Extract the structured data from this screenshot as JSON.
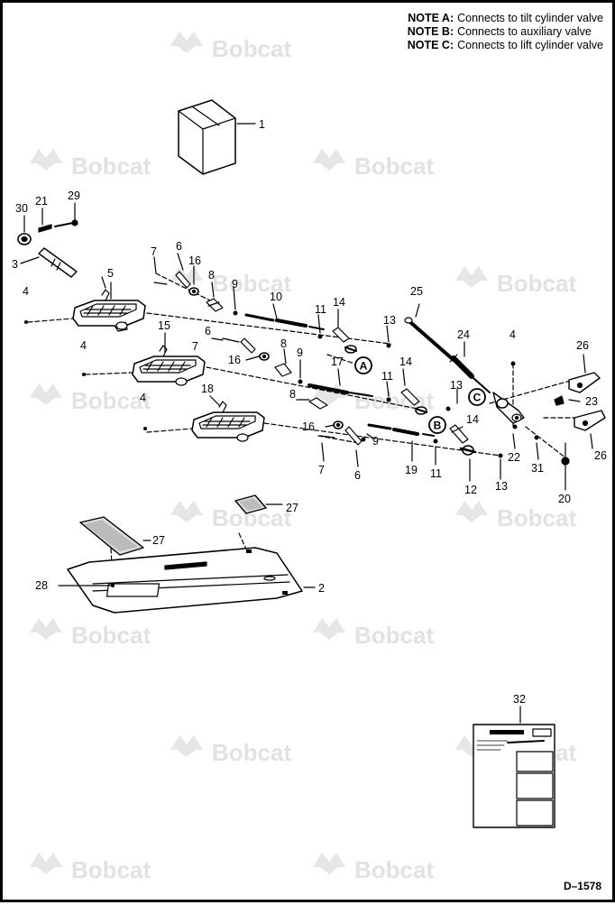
{
  "notes": [
    {
      "key": "NOTE A:",
      "text": "Connects to tilt cylinder valve"
    },
    {
      "key": "NOTE B:",
      "text": "Connects to auxiliary valve"
    },
    {
      "key": "NOTE C:",
      "text": "Connects to lift cylinder valve"
    }
  ],
  "watermark": "Bobcat",
  "drawing_number": "D–1578",
  "callouts": {
    "a": "A",
    "b": "B",
    "c": "C"
  },
  "parts": {
    "p1": "1",
    "p2": "2",
    "p3": "3",
    "p4a": "4",
    "p4b": "4",
    "p4c": "4",
    "p4d": "4",
    "p5": "5",
    "p6a": "6",
    "p6b": "6",
    "p6c": "6",
    "p7a": "7",
    "p7b": "7",
    "p7c": "7",
    "p8a": "8",
    "p8b": "8",
    "p8c": "8",
    "p9a": "9",
    "p9b": "9",
    "p9c": "9",
    "p10": "10",
    "p11a": "11",
    "p11b": "11",
    "p11c": "11",
    "p12": "12",
    "p13a": "13",
    "p13b": "13",
    "p13c": "13",
    "p14a": "14",
    "p14b": "14",
    "p14c": "14",
    "p15": "15",
    "p16a": "16",
    "p16b": "16",
    "p16c": "16",
    "p17": "17",
    "p18": "18",
    "p19": "19",
    "p20": "20",
    "p21": "21",
    "p22": "22",
    "p23": "23",
    "p24": "24",
    "p25": "25",
    "p26a": "26",
    "p26b": "26",
    "p27a": "27",
    "p27b": "27",
    "p28": "28",
    "p29": "29",
    "p30": "30",
    "p31": "31",
    "p32": "32"
  }
}
